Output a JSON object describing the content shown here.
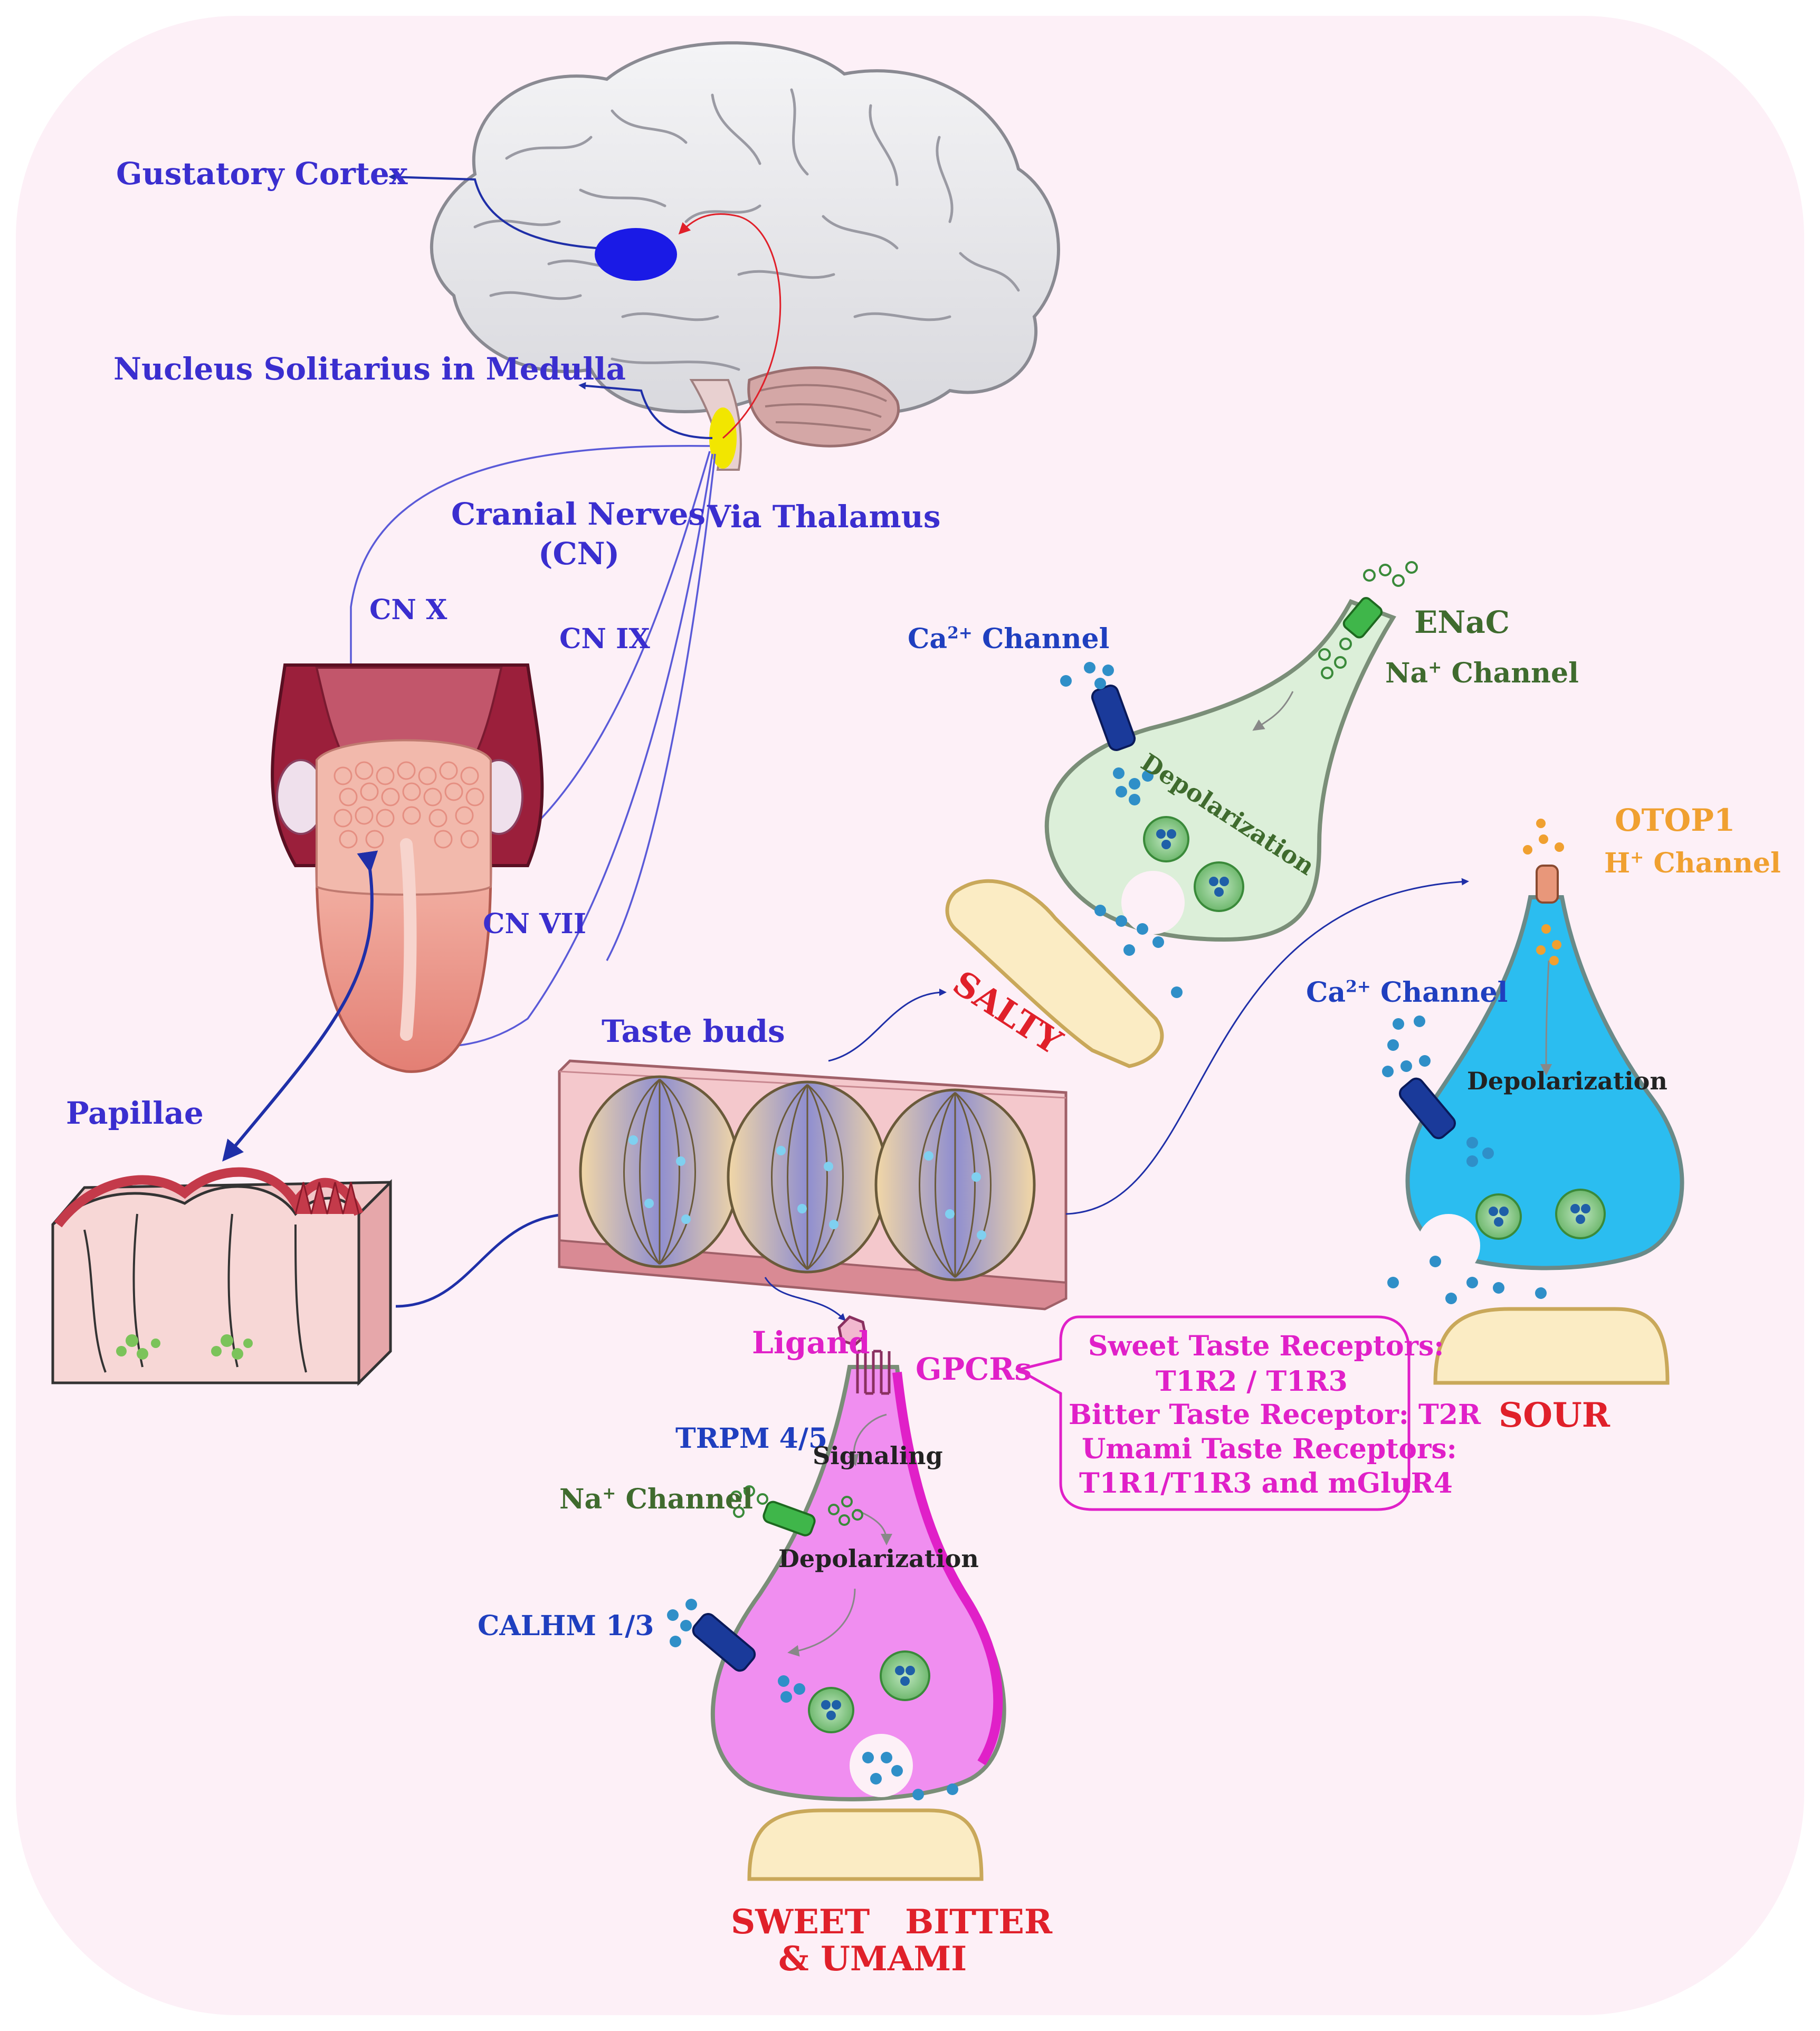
{
  "labels": {
    "gustatory_cortex": "Gustatory Cortex",
    "nucleus_solitarius": "Nucleus Solitarius in Medulla",
    "cranial_nerves_1": "Cranial Nerves",
    "cranial_nerves_2": "(CN)",
    "via_thalamus": "Via Thalamus",
    "cn_x": "CN X",
    "cn_ix": "CN IX",
    "cn_vii": "CN VII",
    "papillae": "Papillae",
    "taste_buds": "Taste buds"
  },
  "salty": {
    "title": "SALTY",
    "ca_channel_prefix": "Ca",
    "ca_channel_sup": "2+",
    "ca_channel_suffix": " Channel",
    "enac": "ENaC",
    "na_channel_prefix": "Na",
    "na_channel_sup": "+",
    "na_channel_suffix": " Channel",
    "depolarization": "Depolarization"
  },
  "sour": {
    "title": "SOUR",
    "otop1": "OTOP1",
    "h_channel_prefix": "H",
    "h_channel_sup": "+",
    "h_channel_suffix": " Channel",
    "ca_channel_prefix": "Ca",
    "ca_channel_sup": "2+",
    "ca_channel_suffix": " Channel",
    "depolarization": "Depolarization"
  },
  "sweet": {
    "title_line1": "SWEET   BITTER",
    "title_line2": "& UMAMI",
    "ligand": "Ligand",
    "gpcrs": "GPCRs",
    "trpm": "TRPM 4/5",
    "signaling": "Signaling",
    "na_channel_prefix": "Na",
    "na_channel_sup": "+",
    "na_channel_suffix": " Channel",
    "depolarization": "Depolarization",
    "calhm": "CALHM 1/3"
  },
  "receptors_box": {
    "line1": "Sweet Taste Receptors:",
    "line2": "T1R2 / T1R3",
    "line3": "Bitter Taste Receptor: T2R",
    "line4": "Umami Taste Receptors:",
    "line5": "T1R1/T1R3 and mGluR4"
  },
  "colors": {
    "background": "#fdf0f7",
    "label_blue": "#3a2ecf",
    "salty_cell": "#dcefd9",
    "sour_cell": "#2bbdf0",
    "sweet_cell": "#f08ef0",
    "gustatory_spot": "#1a1ae6",
    "thalamus_spot": "#f2e600",
    "title_red": "#e0202a",
    "receptor_magenta": "#e020c8",
    "otop_orange": "#f0a030"
  }
}
